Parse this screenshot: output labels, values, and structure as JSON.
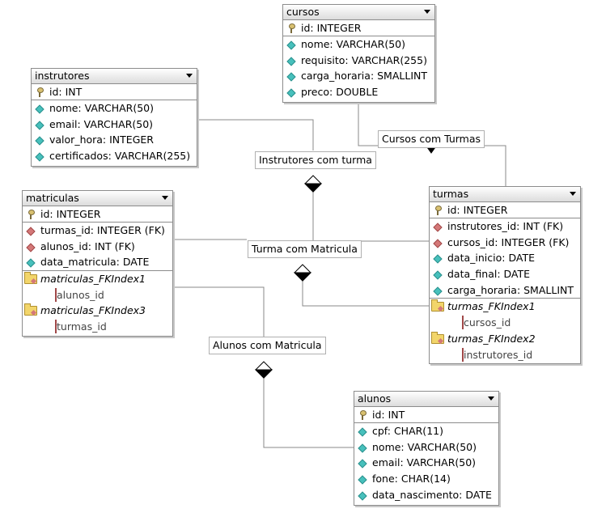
{
  "tables": {
    "cursos": {
      "name": "cursos",
      "pk": "id: INTEGER",
      "columns": [
        "nome: VARCHAR(50)",
        "requisito: VARCHAR(255)",
        "carga_horaria: SMALLINT",
        "preco: DOUBLE"
      ]
    },
    "instrutores": {
      "name": "instrutores",
      "pk": "id: INT",
      "columns": [
        "nome: VARCHAR(50)",
        "email: VARCHAR(50)",
        "valor_hora: INTEGER",
        "certificados: VARCHAR(255)"
      ]
    },
    "matriculas": {
      "name": "matriculas",
      "pk": "id: INTEGER",
      "fks": [
        "turmas_id: INTEGER (FK)",
        "alunos_id: INT (FK)"
      ],
      "columns": [
        "data_matricula: DATE"
      ],
      "indexes": [
        {
          "name": "matriculas_FKIndex1",
          "column": "alunos_id"
        },
        {
          "name": "matriculas_FKIndex3",
          "column": "turmas_id"
        }
      ]
    },
    "turmas": {
      "name": "turmas",
      "pk": "id: INTEGER",
      "fks": [
        "instrutores_id: INT (FK)",
        "cursos_id: INTEGER (FK)"
      ],
      "columns": [
        "data_inicio: DATE",
        "data_final: DATE",
        "carga_horaria: SMALLINT"
      ],
      "indexes": [
        {
          "name": "turmas_FKIndex1",
          "column": "cursos_id"
        },
        {
          "name": "turmas_FKIndex2",
          "column": "instrutores_id"
        }
      ]
    },
    "alunos": {
      "name": "alunos",
      "pk": "id: INT",
      "columns": [
        "cpf: CHAR(11)",
        "nome: VARCHAR(50)",
        "email: VARCHAR(50)",
        "fone: CHAR(14)",
        "data_nascimento: DATE"
      ]
    }
  },
  "relationships": {
    "cursos_turmas": "Cursos com Turmas",
    "instrutores_turma": "Instrutores com turma",
    "turma_matricula": "Turma com Matricula",
    "alunos_matricula": "Alunos com Matricula"
  },
  "colors": {
    "column_icon": "#47c0bc",
    "fk_icon": "#d47878",
    "key_icon": "#d8c070",
    "border": "#8c8c8c"
  }
}
